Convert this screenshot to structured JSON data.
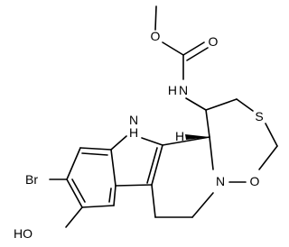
{
  "structure": {
    "atoms": {
      "o_methoxy": "O",
      "o_carbonyl": "O",
      "nh_carbamate": "N",
      "h_carbamate": "H",
      "s_ring": "S",
      "nh_indole": "N",
      "h_indole": "H",
      "h_stereo": "H",
      "n_ring": "N",
      "o_ring": "O",
      "br": "Br",
      "oh": "HO"
    }
  }
}
